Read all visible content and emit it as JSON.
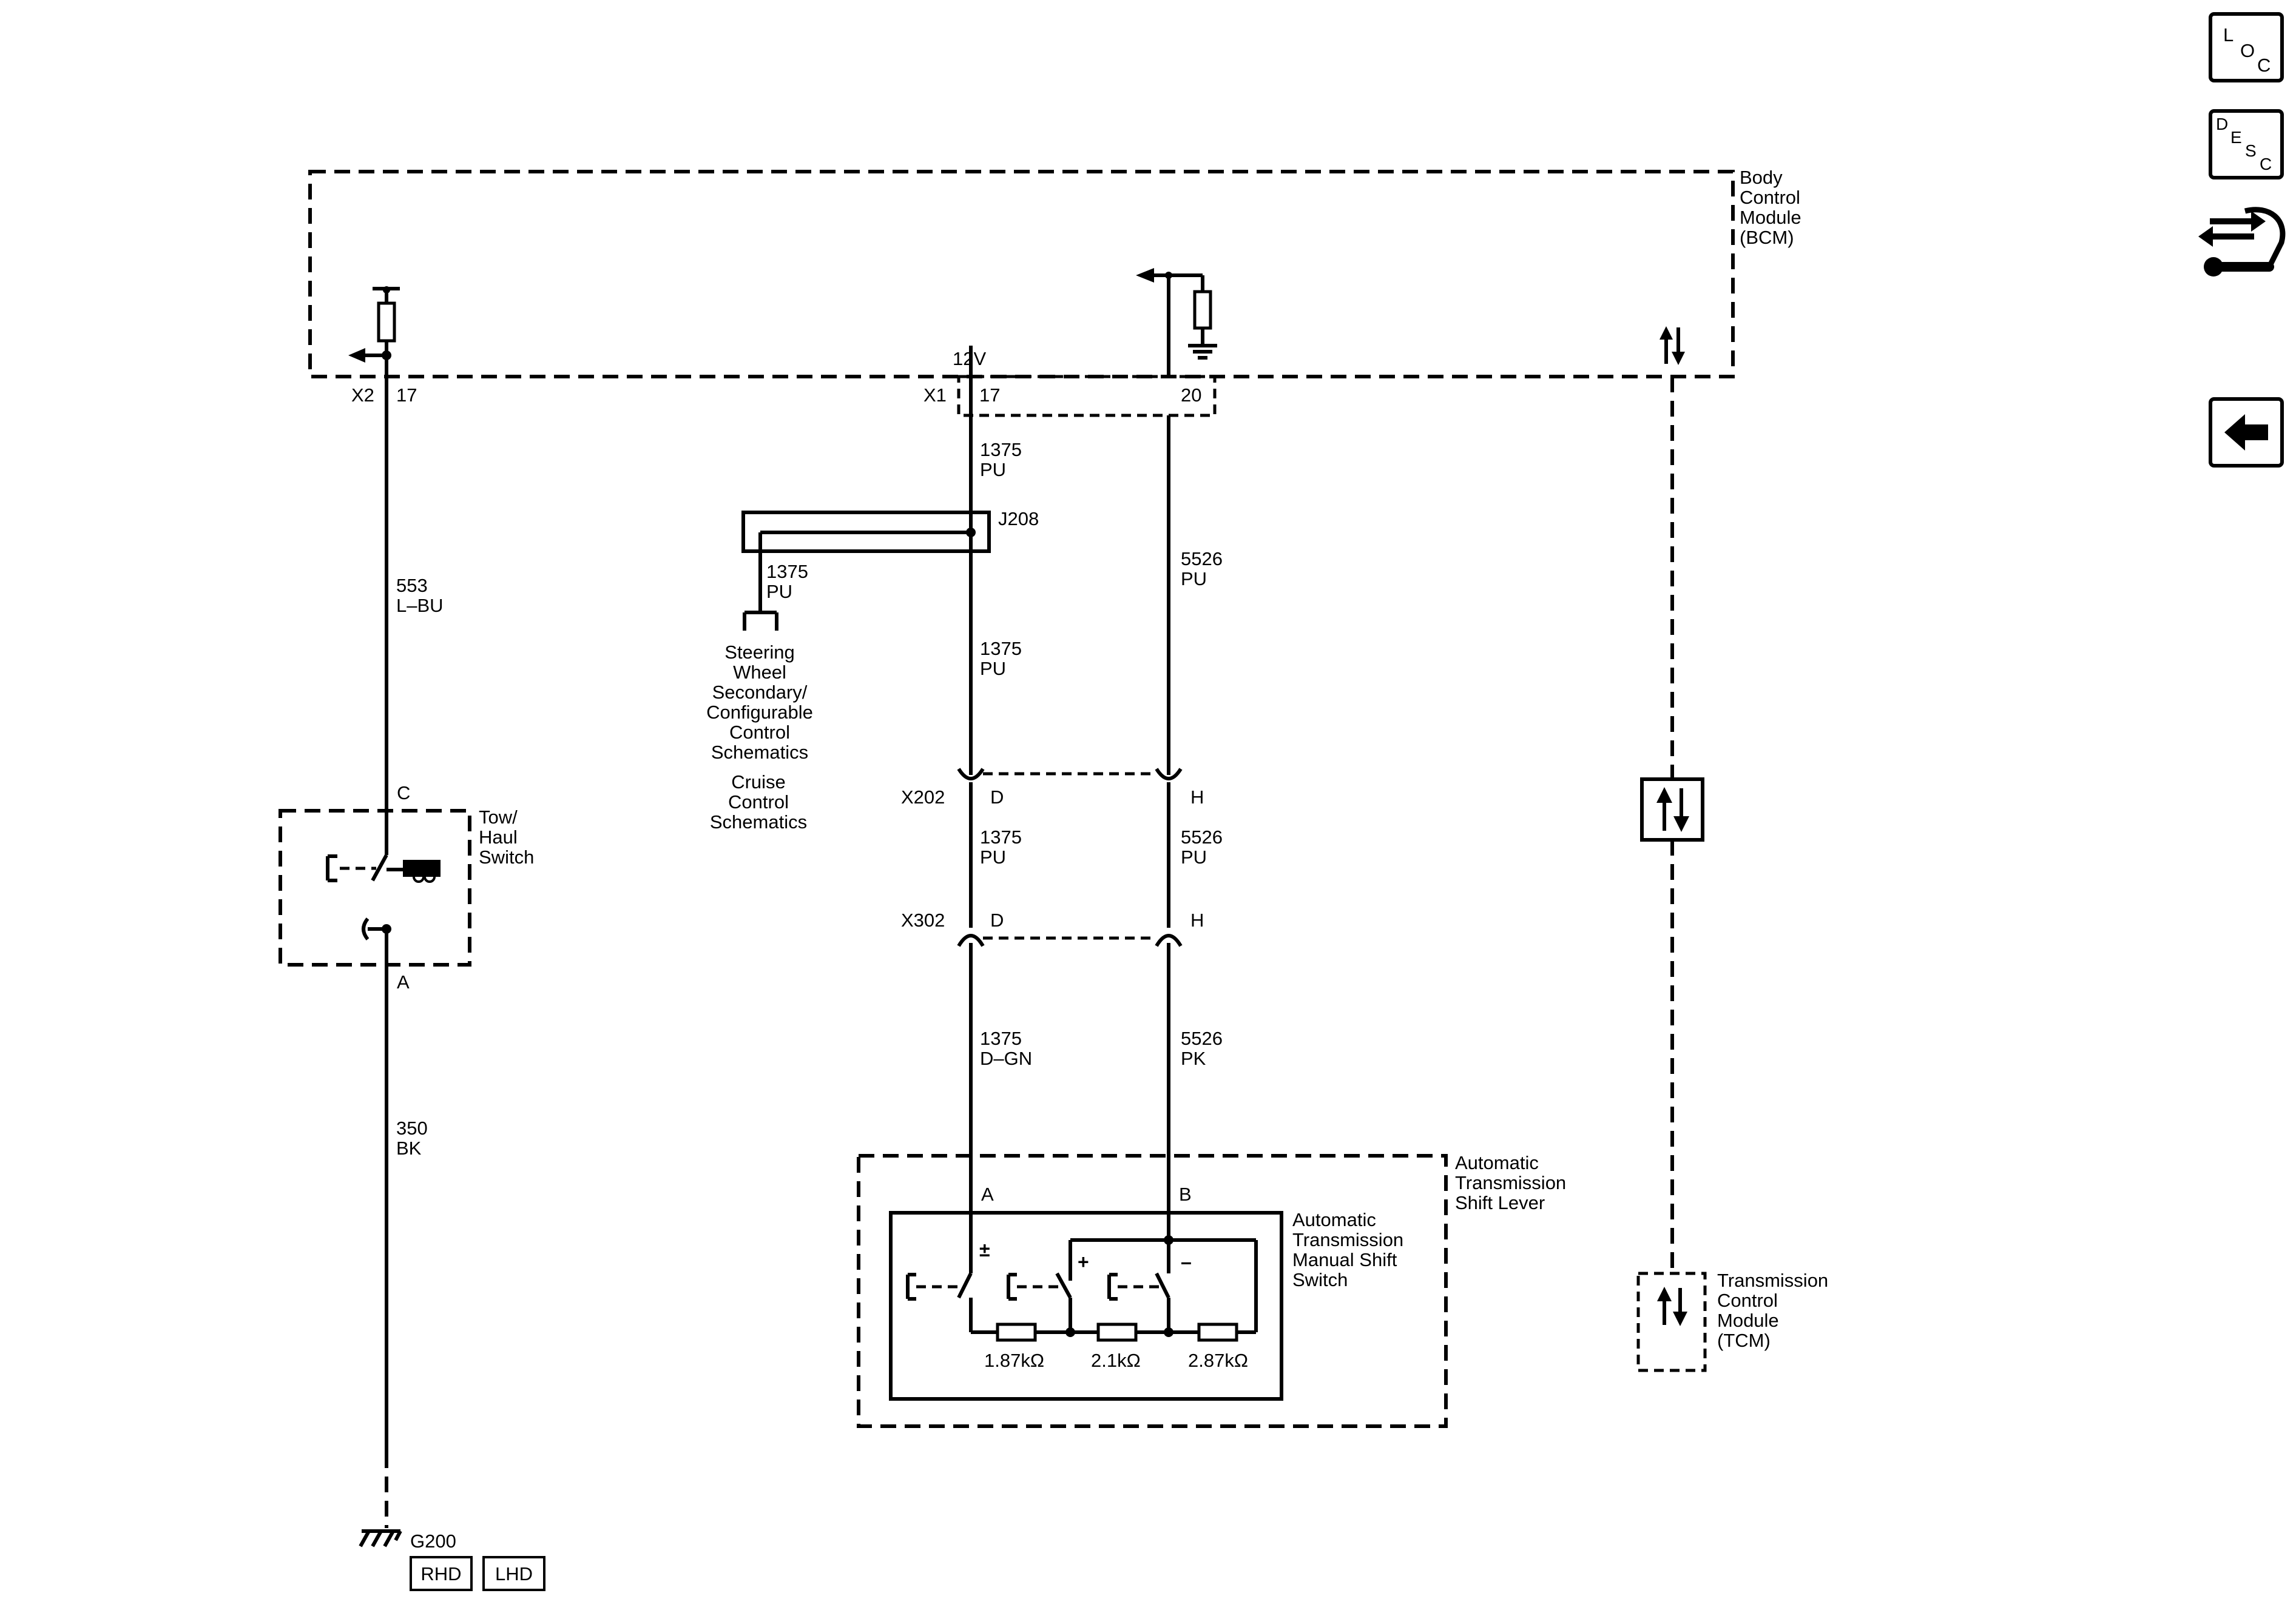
{
  "modules": {
    "bcm": [
      "Body",
      "Control",
      "Module",
      "(BCM)"
    ],
    "tow_haul": [
      "Tow/",
      "Haul",
      "Switch"
    ],
    "shift_lever": [
      "Automatic",
      "Transmission",
      "Shift Lever"
    ],
    "manual_shift": [
      "Automatic",
      "Transmission",
      "Manual Shift",
      "Switch"
    ],
    "tcm": [
      "Transmission",
      "Control",
      "Module",
      "(TCM)"
    ]
  },
  "connectors": {
    "x2": "X2",
    "x2_pin": "17",
    "x1": "X1",
    "x1_pin_a": "17",
    "x1_pin_b": "20",
    "supply": "12V",
    "x202": "X202",
    "x202_pin_a": "D",
    "x202_pin_b": "H",
    "x302": "X302",
    "x302_pin_a": "D",
    "x302_pin_b": "H",
    "splice": "J208",
    "tow_pin_top": "C",
    "tow_pin_bottom": "A",
    "msl_pin_a": "A",
    "msl_pin_b": "B",
    "ground": "G200"
  },
  "wires": {
    "w553": [
      "553",
      "L–BU"
    ],
    "w350": [
      "350",
      "BK"
    ],
    "w1375_a": [
      "1375",
      "PU"
    ],
    "w1375_b": [
      "1375",
      "PU"
    ],
    "w1375_c": [
      "1375",
      "PU"
    ],
    "w1375_d": [
      "1375",
      "PU"
    ],
    "w1375_dgn": [
      "1375",
      "D–GN"
    ],
    "w5526_a": [
      "5526",
      "PU"
    ],
    "w5526_b": [
      "5526",
      "PU"
    ],
    "w5526_pk": [
      "5526",
      "PK"
    ]
  },
  "references": {
    "steering": [
      "Steering",
      "Wheel",
      "Secondary/",
      "Configurable",
      "Control",
      "Schematics"
    ],
    "cruise": [
      "Cruise",
      "Control",
      "Schematics"
    ]
  },
  "switch_symbols": {
    "plus_minus": "±",
    "plus": "+",
    "minus": "–"
  },
  "resistors": {
    "r1": "1.87kΩ",
    "r2": "2.1kΩ",
    "r3": "2.87kΩ"
  },
  "variants": {
    "rhd": "RHD",
    "lhd": "LHD"
  },
  "nav": {
    "loc": [
      "L",
      "O",
      "C"
    ],
    "desc": [
      "D",
      "E",
      "S",
      "C"
    ],
    "icons": [
      "data-communication-icon",
      "back-arrow-icon"
    ]
  }
}
